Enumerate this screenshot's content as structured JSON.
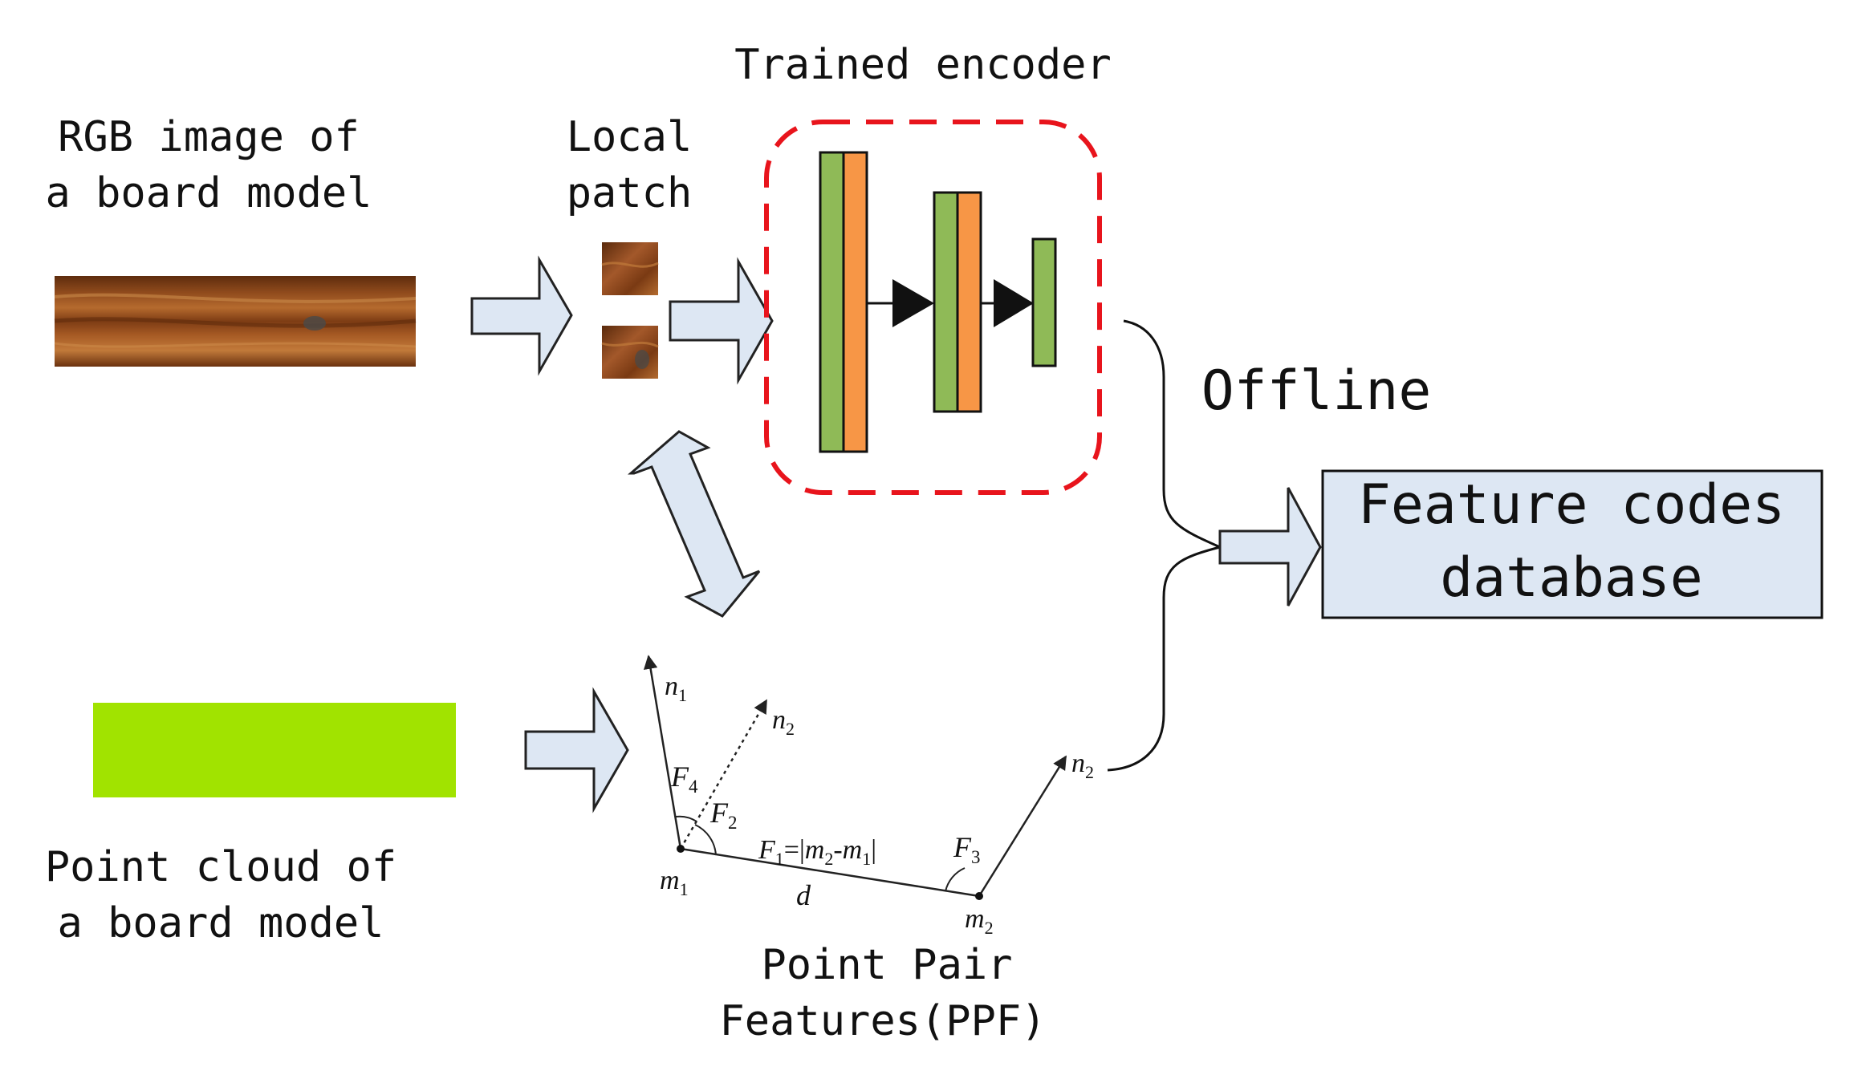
{
  "labels": {
    "rgb_line1": "RGB image of",
    "rgb_line2": "a board model",
    "patch_line1": "Local",
    "patch_line2": "patch",
    "encoder": "Trained encoder",
    "offline": "Offline",
    "db_line1": "Feature codes",
    "db_line2": "database",
    "pc_line1": "Point cloud of",
    "pc_line2": "a board model",
    "ppf_line1": "Point Pair",
    "ppf_line2": "Features(PPF)"
  },
  "ppf_figure": {
    "n1": "n",
    "n1_sub": "1",
    "n2_dotted": "n",
    "n2_dotted_sub": "2",
    "n2_right": "n",
    "n2_right_sub": "2",
    "f4": "F",
    "f4_sub": "4",
    "f2": "F",
    "f2_sub": "2",
    "f3": "F",
    "f3_sub": "3",
    "f1_prefix": "F",
    "f1_sub": "1",
    "f1_eq": "=|",
    "f1_m2": "m",
    "f1_m2_sub": "2",
    "f1_dash": "-",
    "f1_m1": "m",
    "f1_m1_sub": "1",
    "f1_close": "|",
    "m1": "m",
    "m1_sub": "1",
    "m2": "m",
    "m2_sub": "2",
    "d": "d"
  },
  "colors": {
    "arrow_fill": "#dde7f3",
    "db_fill": "#dde7f3",
    "encoder_border": "#e8141c",
    "layer_green": "#8fba57",
    "layer_orange": "#f79646",
    "point_cloud": "#a1e300",
    "wood_dark": "#5a2a0c",
    "wood_mid": "#8a4519",
    "wood_light": "#b86a2c"
  }
}
